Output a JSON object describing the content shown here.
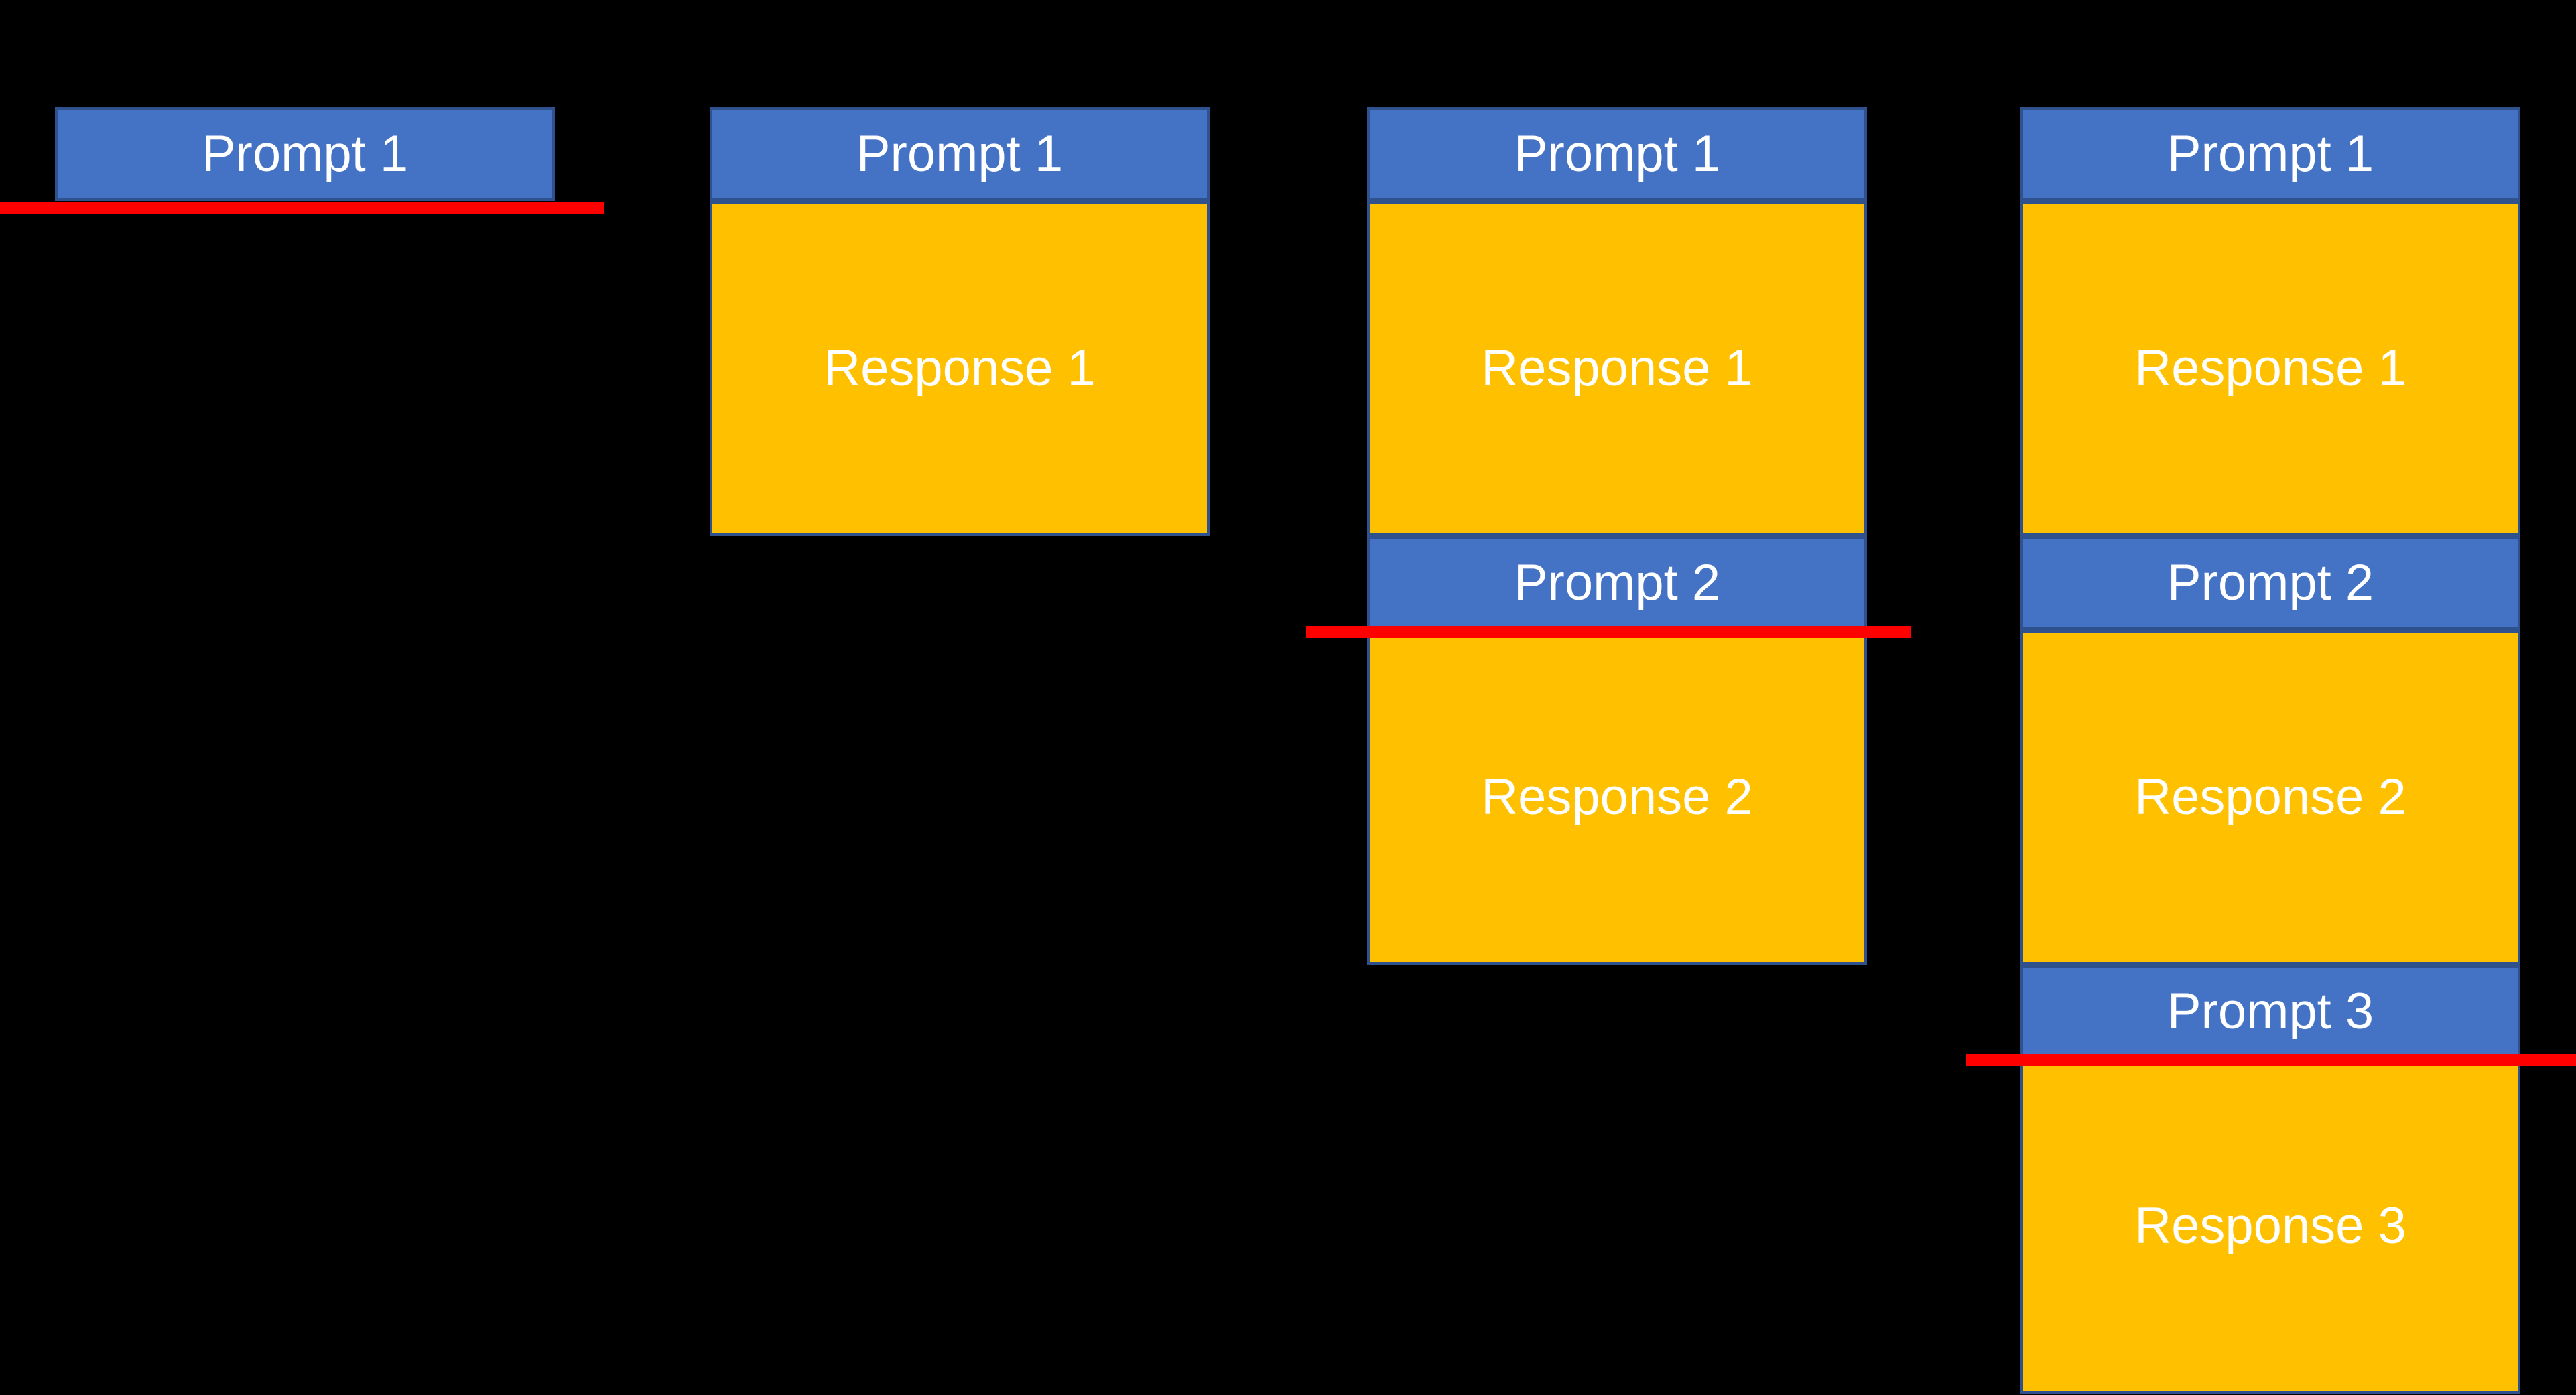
{
  "colors": {
    "prompt_fill": "#4472C4",
    "response_fill": "#FFC000",
    "box_border": "#2F528F",
    "highlight_line": "#FF0000",
    "label_text": "#FFFFFF",
    "slide_bg": "#000000"
  },
  "columns": [
    {
      "boxes": [
        {
          "kind": "prompt",
          "label": "Prompt 1",
          "highlighted": true
        }
      ]
    },
    {
      "boxes": [
        {
          "kind": "prompt",
          "label": "Prompt 1"
        },
        {
          "kind": "response",
          "label": "Response 1"
        }
      ]
    },
    {
      "boxes": [
        {
          "kind": "prompt",
          "label": "Prompt 1"
        },
        {
          "kind": "response",
          "label": "Response 1"
        },
        {
          "kind": "prompt",
          "label": "Prompt 2",
          "highlighted": true
        },
        {
          "kind": "response",
          "label": "Response 2"
        }
      ]
    },
    {
      "boxes": [
        {
          "kind": "prompt",
          "label": "Prompt 1"
        },
        {
          "kind": "response",
          "label": "Response 1"
        },
        {
          "kind": "prompt",
          "label": "Prompt 2"
        },
        {
          "kind": "response",
          "label": "Response 2"
        },
        {
          "kind": "prompt",
          "label": "Prompt 3",
          "highlighted": true
        },
        {
          "kind": "response",
          "label": "Response 3"
        }
      ]
    }
  ]
}
